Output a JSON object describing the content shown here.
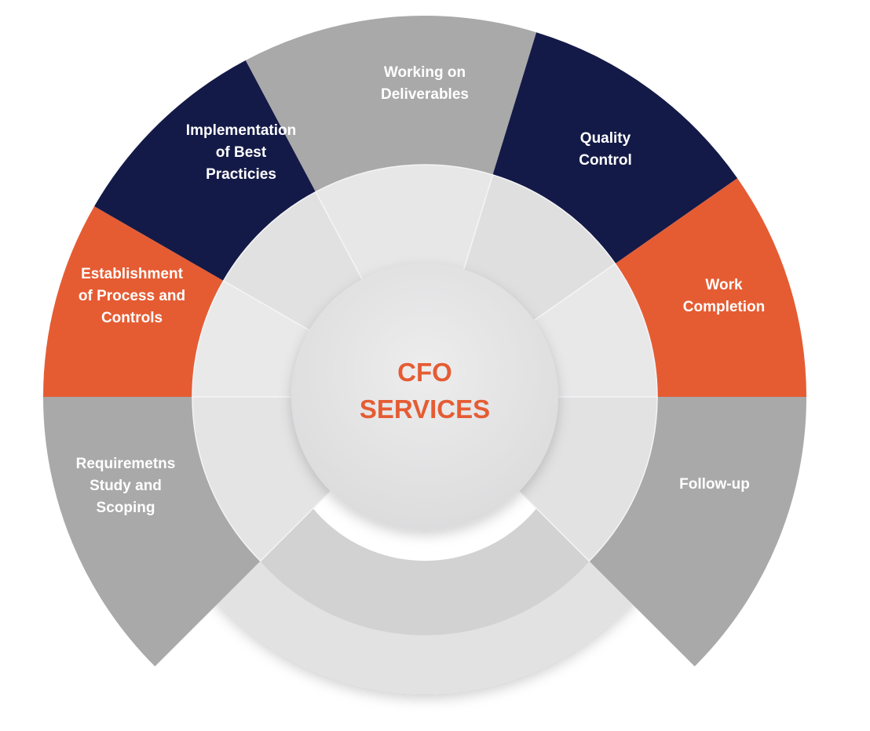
{
  "center": {
    "line1": "CFO",
    "line2": "SERVICES",
    "color": "#E55C33"
  },
  "colors": {
    "navy": "#141A47",
    "orange": "#E55C33",
    "gray": "#A9A9A9",
    "inner": "#E6E6E7",
    "ring": "#D6D6D7",
    "hub": "#E3E3E4"
  },
  "segments": [
    {
      "id": "requirements",
      "lines": [
        "Requiremetns",
        "Study and",
        "Scoping"
      ],
      "color": "gray"
    },
    {
      "id": "establishment",
      "lines": [
        "Establishment",
        "of Process and",
        "Controls"
      ],
      "color": "orange"
    },
    {
      "id": "implementation",
      "lines": [
        "Implementation",
        "of Best",
        "Practicies"
      ],
      "color": "navy"
    },
    {
      "id": "deliverables",
      "lines": [
        "Working on",
        "Deliverables"
      ],
      "color": "gray"
    },
    {
      "id": "quality",
      "lines": [
        "Quality",
        "Control"
      ],
      "color": "navy"
    },
    {
      "id": "completion",
      "lines": [
        "Work",
        "Completion"
      ],
      "color": "orange"
    },
    {
      "id": "followup",
      "lines": [
        "Follow-up"
      ],
      "color": "gray"
    }
  ]
}
